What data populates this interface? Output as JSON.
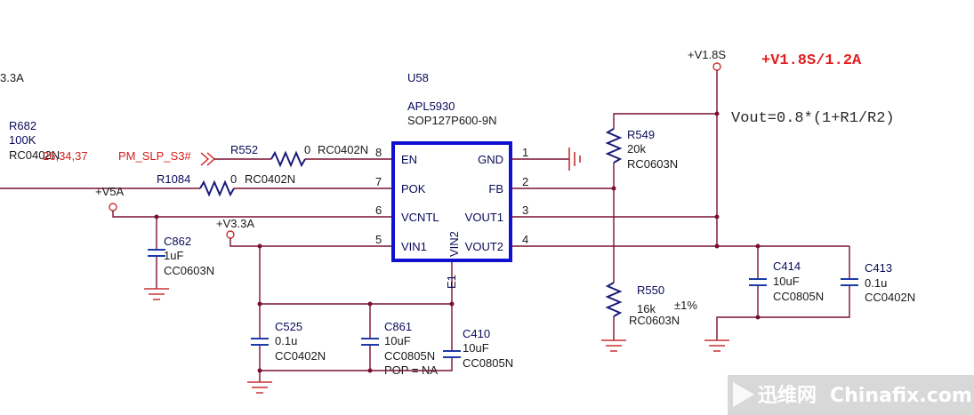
{
  "left_edge": {
    "rail_label": "3.3A",
    "r682": {
      "ref": "R682",
      "value": "100K",
      "footprint": "RC0402N"
    },
    "page_ref": "26,34,37",
    "net_pm_slp": "PM_SLP_S3#"
  },
  "resistors": {
    "r552": {
      "ref": "R552",
      "value": "0",
      "footprint": "RC0402N"
    },
    "r1084": {
      "ref": "R1084",
      "value": "0",
      "footprint": "RC0402N"
    },
    "r549": {
      "ref": "R549",
      "value": "20k",
      "footprint": "RC0603N"
    },
    "r550": {
      "ref": "R550",
      "value": "16k",
      "tolerance": "±1%",
      "footprint": "RC0603N"
    }
  },
  "rails": {
    "v5a": "+V5A",
    "v33a": "+V3.3A",
    "v18s": "+V1.8S"
  },
  "output_spec": "+V1.8S/1.2A",
  "formula": "Vout=0.8*(1+R1/R2)",
  "ic": {
    "ref": "U58",
    "part": "APL5930",
    "package": "SOP127P600-9N",
    "pins_left": [
      {
        "name": "EN",
        "num": "8"
      },
      {
        "name": "POK",
        "num": "7"
      },
      {
        "name": "VCNTL",
        "num": "6"
      },
      {
        "name": "VIN1",
        "num": "5"
      }
    ],
    "pins_right": [
      {
        "name": "GND",
        "num": "1"
      },
      {
        "name": "FB",
        "num": "2"
      },
      {
        "name": "VOUT1",
        "num": "3"
      },
      {
        "name": "VOUT2",
        "num": "4"
      }
    ],
    "pin_vin2": "VIN2",
    "pin_e1": "E1"
  },
  "capacitors": {
    "c862": {
      "ref": "C862",
      "value": "1uF",
      "footprint": "CC0603N"
    },
    "c525": {
      "ref": "C525",
      "value": "0.1u",
      "footprint": "CC0402N"
    },
    "c861": {
      "ref": "C861",
      "value": "10uF",
      "footprint": "CC0805N",
      "note": "POP = NA"
    },
    "c410": {
      "ref": "C410",
      "value": "10uF",
      "footprint": "CC0805N"
    },
    "c414": {
      "ref": "C414",
      "value": "10uF",
      "footprint": "CC0805N"
    },
    "c413": {
      "ref": "C413",
      "value": "0.1u",
      "footprint": "CC0402N"
    }
  },
  "watermark": {
    "left": "迅维网",
    "right": "Chinafix.com"
  },
  "colors": {
    "wire": "#7a1030",
    "ic_outline": "#1010d0",
    "net_label": "#d42020",
    "spec_text": "#e02020"
  }
}
